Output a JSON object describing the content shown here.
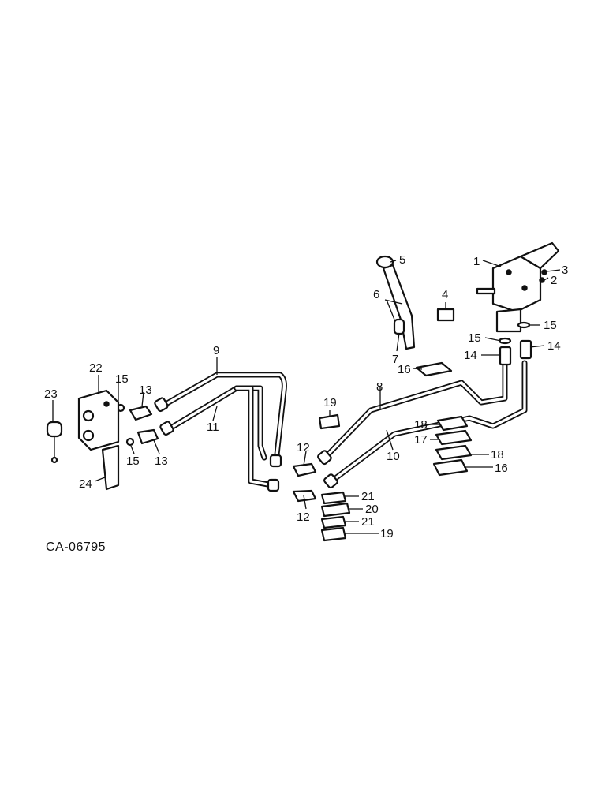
{
  "reference_code": "CA-06795",
  "callouts": [
    "1",
    "2",
    "3",
    "4",
    "5",
    "6",
    "7",
    "8",
    "9",
    "10",
    "11",
    "12",
    "12",
    "13",
    "13",
    "14",
    "14",
    "15",
    "15",
    "15",
    "15",
    "16",
    "16",
    "17",
    "18",
    "18",
    "19",
    "19",
    "20",
    "21",
    "21",
    "22",
    "23",
    "24"
  ],
  "parts": {
    "valve": "control-valve",
    "lever": "control-lever",
    "knob": "lever-knob",
    "bracket": "bracket",
    "coupler": "coupler-block",
    "dust_plug": "dust-plug",
    "mount_plate": "mounting-plate"
  }
}
